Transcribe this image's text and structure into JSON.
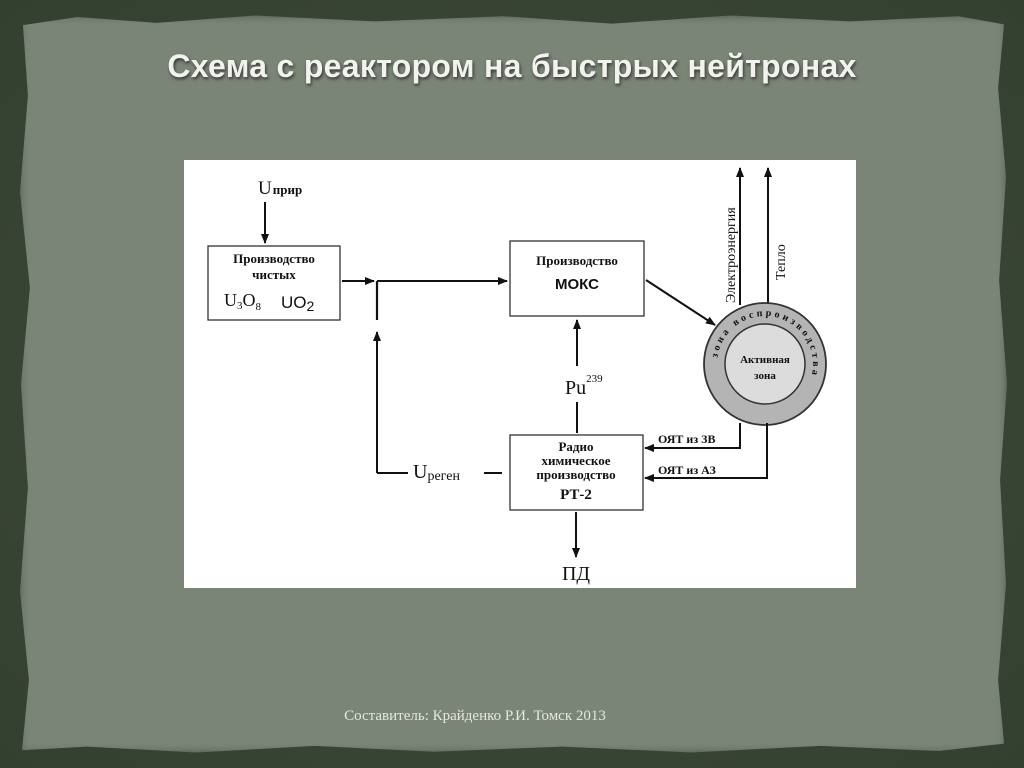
{
  "slide": {
    "title": "Схема с реактором на быстрых нейтронах",
    "footer": "Составитель: Крайденко Р.И. Томск 2013"
  },
  "diagram": {
    "input_label": "U",
    "input_sub": "прир",
    "box_clean": {
      "line1": "Производство",
      "line2": "чистых",
      "u3o8_u": "U",
      "u3o8_3": "3",
      "u3o8_o": "O",
      "u3o8_8": "8",
      "uo2_uo": "UO",
      "uo2_2": "2"
    },
    "box_moks": {
      "line1": "Производство",
      "line2": "МОКС"
    },
    "box_rt2": {
      "line1": "Радио",
      "line2": "химическое",
      "line3": "производство",
      "line4": "РТ-2"
    },
    "pu": "Pu",
    "pu_sup": "239",
    "u_regen": "U",
    "u_regen_sub": "реген",
    "pd": "ПД",
    "electro": "Электроэнергия",
    "heat": "Тепло",
    "oyat_zv": "ОЯТ из ЗВ",
    "oyat_az": "ОЯТ из АЗ",
    "reactor": {
      "core_line1": "Активная",
      "core_line2": "зона",
      "ring_text": "зона воспроизводства"
    }
  },
  "colors": {
    "background": "#4a5546",
    "paper": "#7b8577",
    "ring": "#b4b4b4",
    "core": "#dcdcdc"
  }
}
